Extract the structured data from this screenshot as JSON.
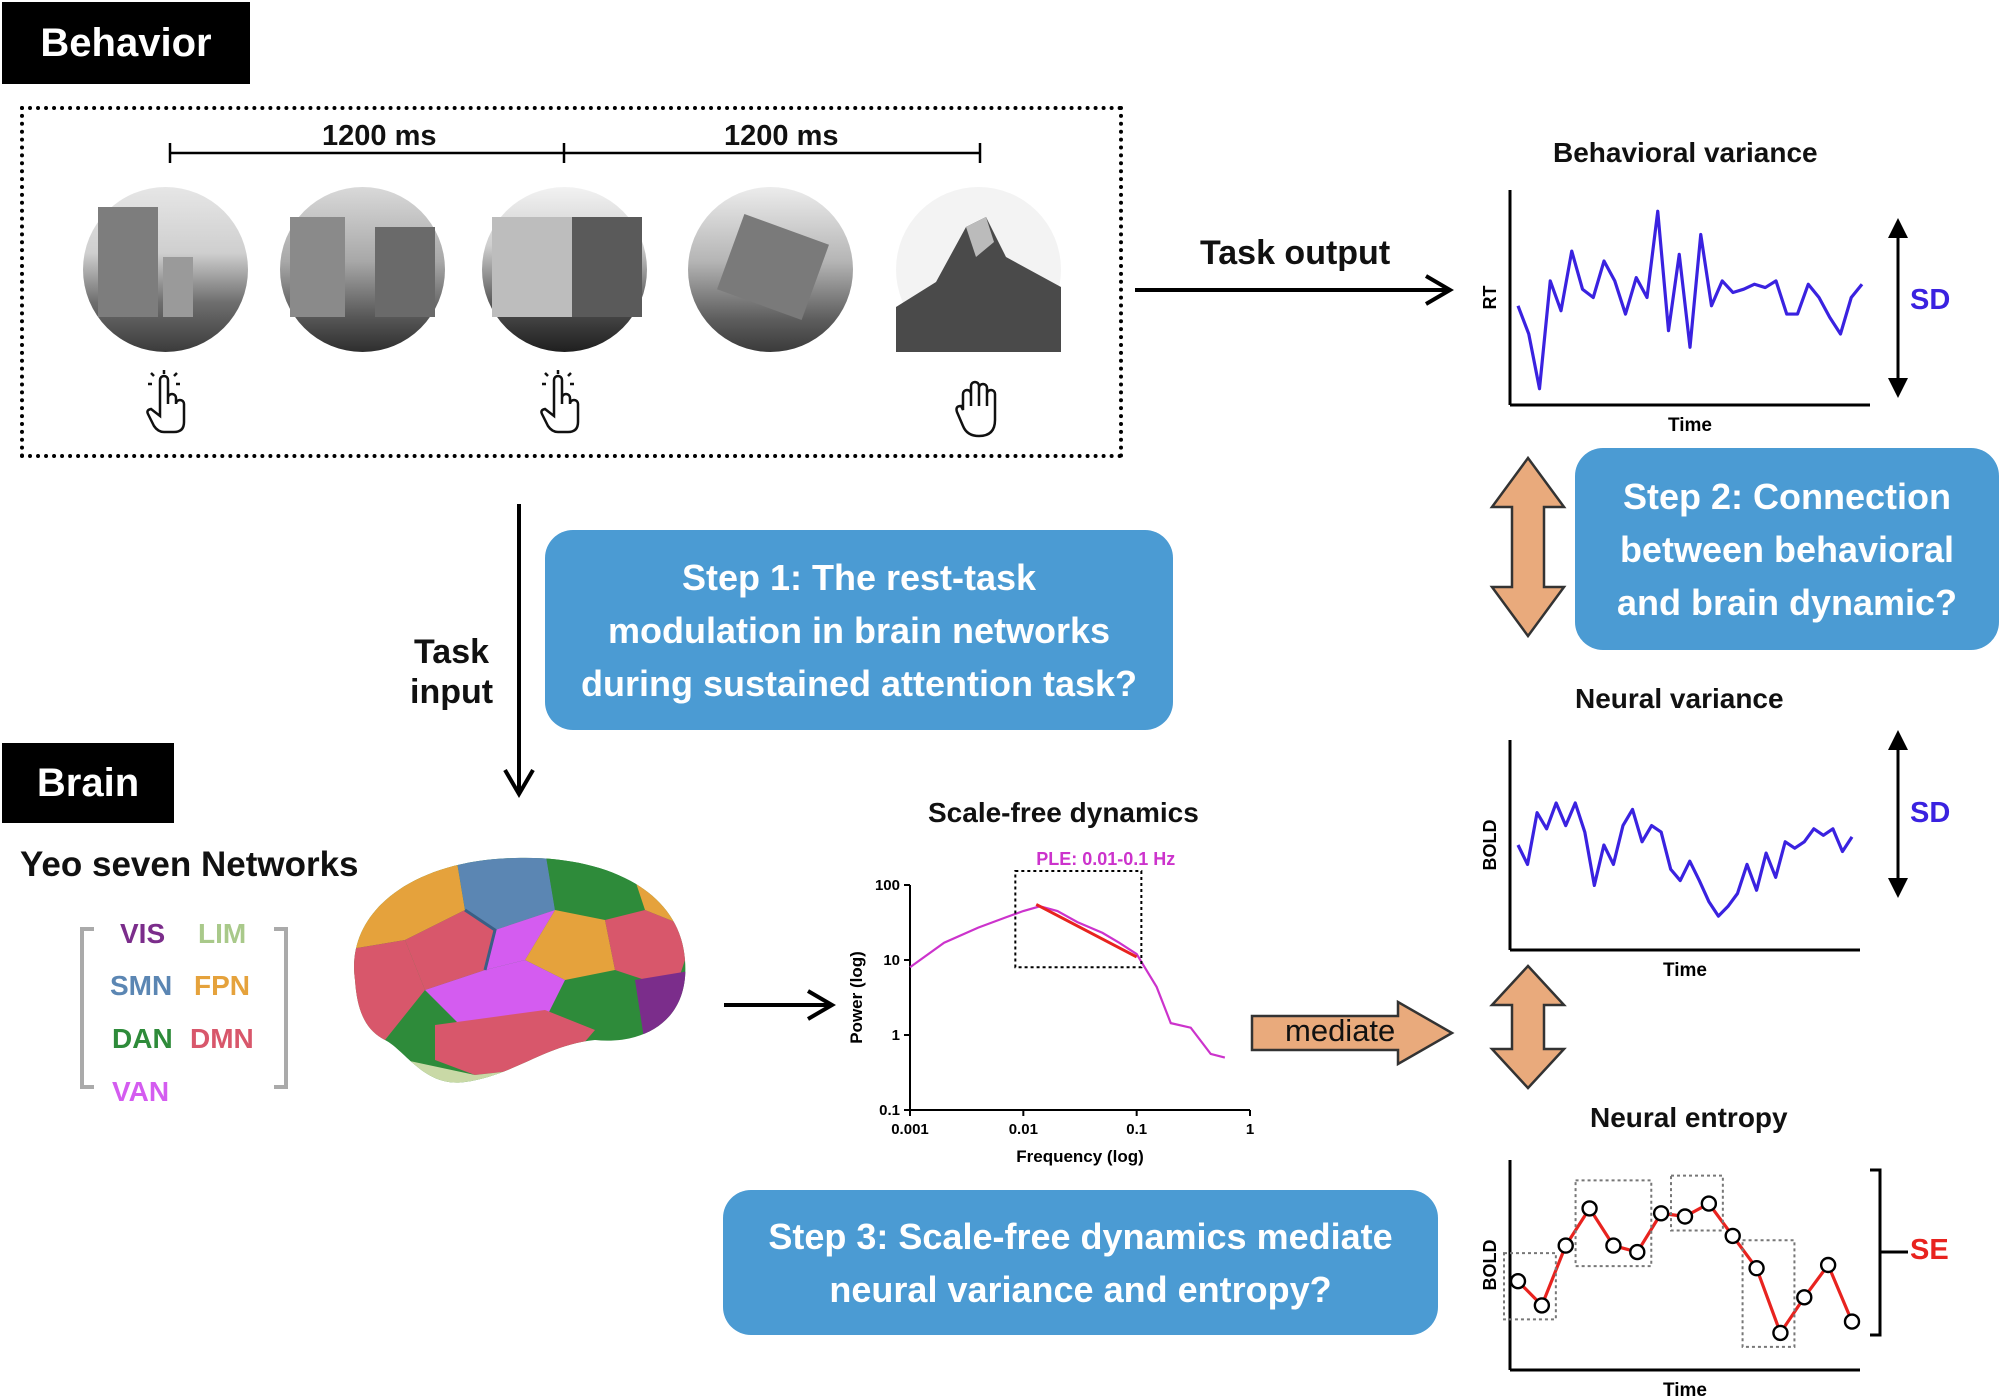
{
  "behavior_tag": "Behavior",
  "brain_tag": "Brain",
  "timeline": {
    "interval1": "1200 ms",
    "interval2": "1200 ms"
  },
  "task_output": "Task output",
  "task_input": [
    "Task",
    "input"
  ],
  "step1": [
    "Step 1: The rest-task",
    "modulation in brain networks",
    "during sustained attention task?"
  ],
  "step2": [
    "Step 2: Connection",
    "between behavioral",
    "and brain dynamic?"
  ],
  "step3": [
    "Step 3: Scale-free dynamics mediate",
    "neural variance and entropy?"
  ],
  "yeo": {
    "title": "Yeo seven Networks",
    "networks": [
      {
        "label": "VIS",
        "color": "#7b2d8b"
      },
      {
        "label": "LIM",
        "color": "#a9c98a"
      },
      {
        "label": "SMN",
        "color": "#5b86b3"
      },
      {
        "label": "FPN",
        "color": "#e5a23c"
      },
      {
        "label": "DAN",
        "color": "#2e8b3a"
      },
      {
        "label": "DMN",
        "color": "#d8576b"
      },
      {
        "label": "VAN",
        "color": "#d45cf0"
      }
    ]
  },
  "scale_free": {
    "title": "Scale-free dynamics",
    "ple_label": "PLE: 0.01-0.1 Hz",
    "xlabel": "Frequency (log)",
    "ylabel": "Power (log)",
    "xticks": [
      "0.001",
      "0.01",
      "0.1",
      "1"
    ],
    "yticks": [
      "100",
      "10",
      "1",
      "0.1"
    ]
  },
  "mediate": "mediate",
  "behavioral_variance": {
    "title": "Behavioral variance",
    "ylabel": "RT",
    "xlabel": "Time",
    "sd": "SD"
  },
  "neural_variance": {
    "title": "Neural variance",
    "ylabel": "BOLD",
    "xlabel": "Time",
    "sd": "SD"
  },
  "neural_entropy": {
    "title": "Neural entropy",
    "ylabel": "BOLD",
    "xlabel": "Time",
    "se": "SE"
  },
  "colors": {
    "step_box": "#4b9bd3",
    "series_blue": "#3a22e0",
    "entropy_red": "#e8231f",
    "ple_purple": "#cc33cc",
    "arrow_orange": "#e9aa7c"
  },
  "chart_data": [
    {
      "type": "line",
      "title": "Behavioral variance",
      "xlabel": "Time",
      "ylabel": "RT",
      "series": [
        {
          "values": [
            55,
            38,
            5,
            70,
            52,
            88,
            65,
            60,
            82,
            70,
            50,
            72,
            60,
            112,
            40,
            86,
            30,
            98,
            55,
            70,
            63,
            65,
            68,
            66,
            70,
            50,
            50,
            68,
            60,
            48,
            38,
            60,
            68
          ]
        }
      ]
    },
    {
      "type": "line",
      "title": "Neural variance",
      "xlabel": "Time",
      "ylabel": "BOLD",
      "series": [
        {
          "values": [
            60,
            48,
            80,
            70,
            86,
            72,
            86,
            68,
            35,
            60,
            48,
            72,
            82,
            62,
            72,
            68,
            45,
            38,
            50,
            38,
            25,
            16,
            22,
            30,
            48,
            32,
            55,
            40,
            62,
            58,
            62,
            70,
            66,
            70,
            56,
            65
          ]
        }
      ]
    },
    {
      "type": "line",
      "title": "Neural entropy",
      "xlabel": "Time",
      "ylabel": "BOLD",
      "series": [
        {
          "values": [
            50,
            35,
            72,
            95,
            72,
            68,
            92,
            90,
            98,
            78,
            58,
            18,
            40,
            60,
            25
          ]
        }
      ]
    },
    {
      "type": "line",
      "title": "Scale-free dynamics",
      "xlabel": "Frequency (log)",
      "ylabel": "Power (log)",
      "xscale": "log",
      "yscale": "log",
      "xlim": [
        0.001,
        1
      ],
      "ylim": [
        0.1,
        100
      ],
      "x": [
        0.001,
        0.002,
        0.004,
        0.007,
        0.01,
        0.014,
        0.02,
        0.03,
        0.05,
        0.07,
        0.1,
        0.15,
        0.2,
        0.3,
        0.45,
        0.6
      ],
      "series": [
        {
          "values": [
            8,
            17,
            27,
            37,
            45,
            52,
            45,
            32,
            23,
            17,
            12,
            3.5,
            1.8,
            1.0,
            0.7,
            0.4
          ]
        }
      ]
    }
  ]
}
